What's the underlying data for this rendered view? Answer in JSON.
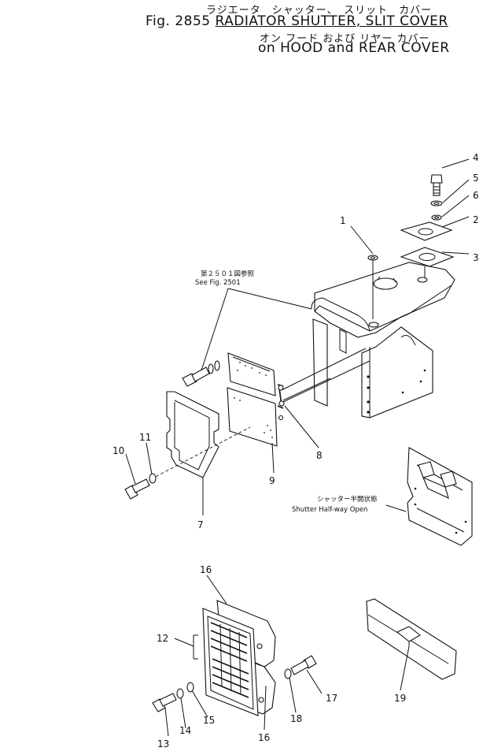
{
  "header": {
    "title_jp": "ラジエータ　シャッター、　スリット　カバー",
    "fig_label": "Fig. 2855",
    "title_en": "RADIATOR SHUTTER, SLIT COVER",
    "subtitle_jp": "オン フード および リヤー カバー",
    "subtitle_en": "on HOOD and REAR COVER"
  },
  "notes": {
    "see_fig_jp": "第２５０１図参照",
    "see_fig_en": "See Fig. 2501",
    "shutter_jp": "シャッター半開状態",
    "shutter_en": "Shutter Half-way Open"
  },
  "callouts": [
    "1",
    "2",
    "3",
    "4",
    "5",
    "6",
    "7",
    "8",
    "9",
    "10",
    "11",
    "12",
    "13",
    "14",
    "15",
    "16",
    "16",
    "17",
    "18",
    "19"
  ]
}
